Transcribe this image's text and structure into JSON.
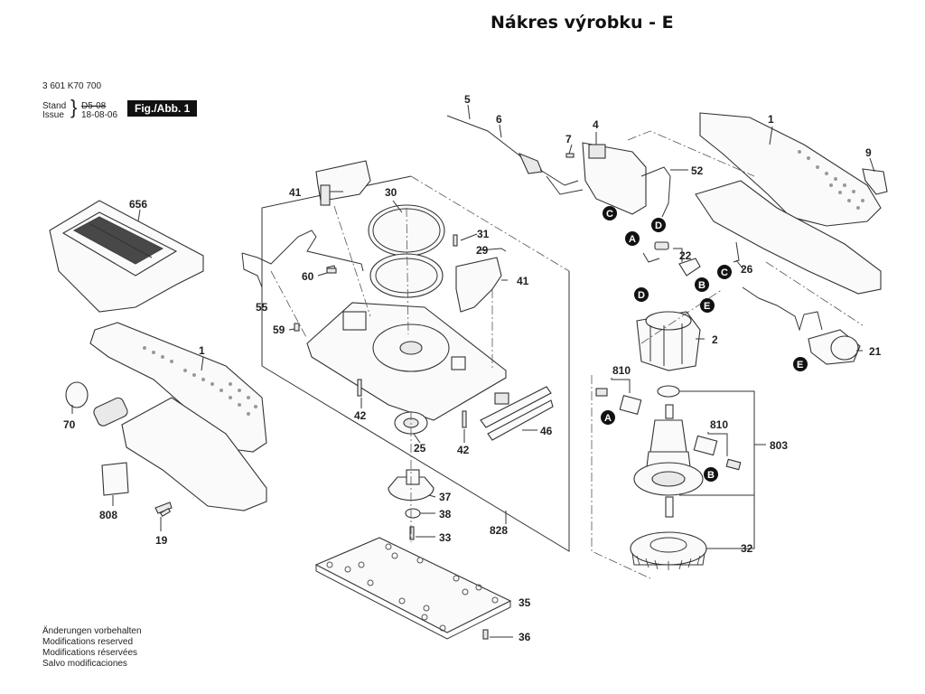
{
  "header": {
    "title": "Nákres výrobku - E"
  },
  "meta": {
    "part_number": "3 601 K70 700",
    "stand_label": "Stand",
    "issue_label": "Issue",
    "stand_value": "D5-08",
    "issue_value": "18-08-06",
    "figure_badge": "Fig./Abb. 1"
  },
  "footer": {
    "lines": [
      "Änderungen vorbehalten",
      "Modifications reserved",
      "Modifications réservées",
      "Salvo modificaciones"
    ]
  },
  "callouts": {
    "p1_top": "1",
    "p1_left": "1",
    "p2": "2",
    "p4": "4",
    "p5": "5",
    "p6": "6",
    "p7": "7",
    "p9": "9",
    "p19": "19",
    "p21": "21",
    "p22": "22",
    "p25": "25",
    "p26": "26",
    "p29": "29",
    "p30": "30",
    "p31": "31",
    "p32": "32",
    "p33": "33",
    "p35": "35",
    "p36": "36",
    "p37": "37",
    "p38": "38",
    "p41_top": "41",
    "p41_right": "41",
    "p42_left": "42",
    "p42_right": "42",
    "p46": "46",
    "p52": "52",
    "p55": "55",
    "p59": "59",
    "p60": "60",
    "p70": "70",
    "p656": "656",
    "p803": "803",
    "p808": "808",
    "p810_top": "810",
    "p810_right": "810",
    "p828": "828"
  },
  "connectors": {
    "a": "A",
    "b": "B",
    "c": "C",
    "d": "D",
    "e": "E"
  }
}
